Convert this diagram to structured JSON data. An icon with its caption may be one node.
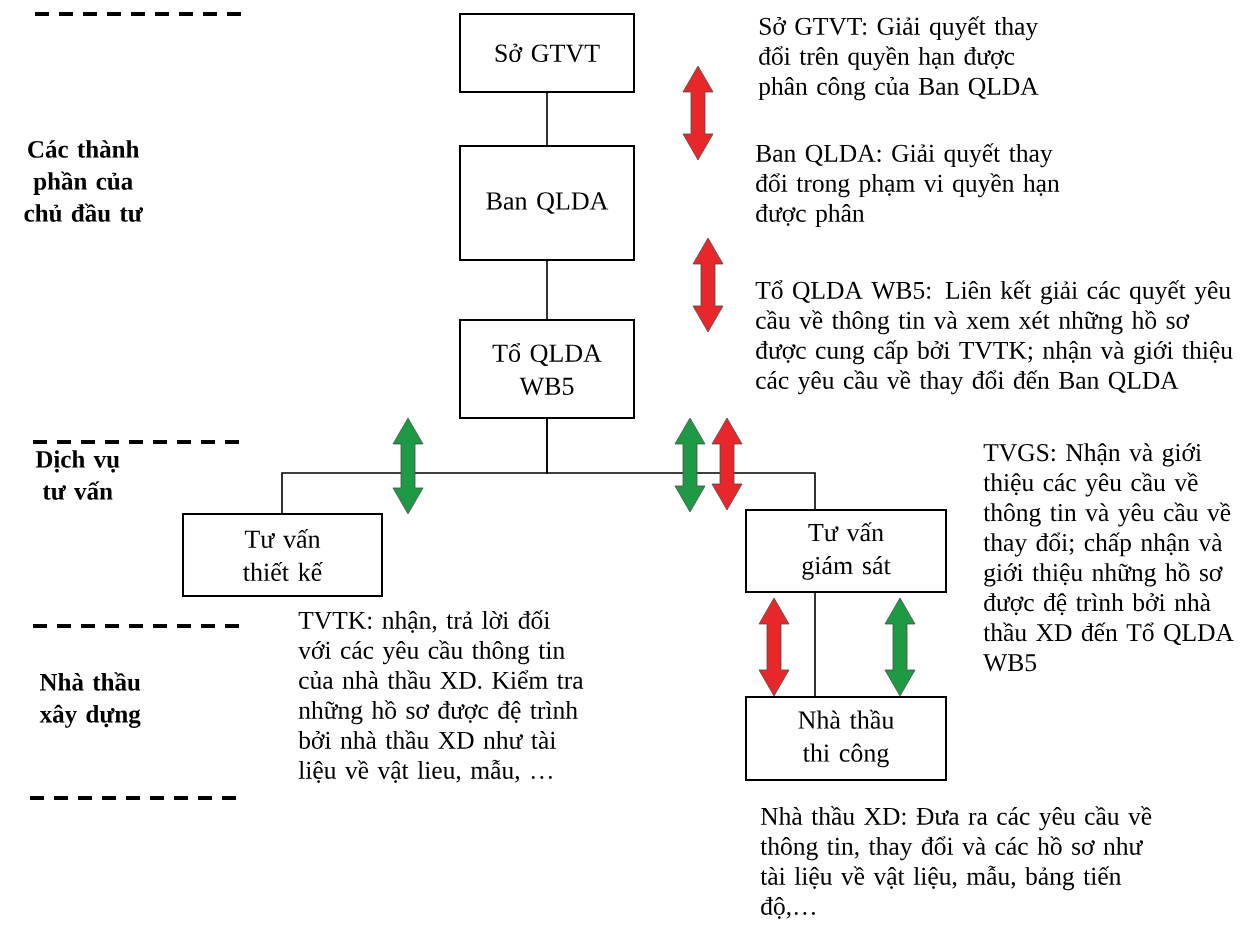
{
  "diagram": {
    "nodes": [
      {
        "text": [
          "Sở GTVT"
        ]
      },
      {
        "text": [
          "Ban QLDA"
        ]
      },
      {
        "text": [
          "Tổ QLDA WB5"
        ]
      },
      {
        "text": [
          "Tư vấn thiết kế"
        ]
      },
      {
        "text": [
          "Tư vấn giám sát"
        ]
      },
      {
        "text": [
          "Nhà thầu thi công"
        ]
      }
    ],
    "edges": [
      {
        "from": 0,
        "to": 1,
        "arrow": "none"
      },
      {
        "from": 1,
        "to": 2,
        "arrow": "none"
      },
      {
        "from": 2,
        "to": 3,
        "arrow": "none"
      },
      {
        "from": 2,
        "to": 4,
        "arrow": "none"
      },
      {
        "from": 4,
        "to": 5,
        "arrow": "none"
      },
      {
        "from": 0,
        "to": 1,
        "arrow": "both",
        "style": "thick",
        "color": "#e8272a"
      },
      {
        "from": 1,
        "to": 2,
        "arrow": "both",
        "style": "thick",
        "color": "#e8272a"
      },
      {
        "from": 2,
        "to": 3,
        "arrow": "both",
        "style": "thick",
        "color": "#1e9a45"
      },
      {
        "from": 2,
        "to": 4,
        "arrow": "both",
        "style": "thick",
        "color": "#1e9a45"
      },
      {
        "from": 2,
        "to": 4,
        "arrow": "both",
        "style": "thick",
        "color": "#e8272a"
      },
      {
        "from": 4,
        "to": 5,
        "arrow": "both",
        "style": "thick",
        "color": "#e8272a"
      },
      {
        "from": 4,
        "to": 5,
        "arrow": "both",
        "style": "thick",
        "color": "#1e9a45"
      }
    ],
    "labels": [
      "Sở GTVT: Giải quyết thay đổi trên quyền hạn được phân công của Ban QLDA",
      "Các thành phần của chủ đầu tư",
      "Ban QLDA: Giải quyết thay đổi trong phạm vi quyền hạn được phân",
      "Tổ QLDA WB5: Liên kết giải các quyết yêu cầu về thông tin và xem xét những hồ sơ được cung cấp bởi TVTK; nhận và giới thiệu các yêu cầu về thay đổi đến Ban QLDA",
      "TVGS: Nhận và giới thiệu các yêu cầu về thông tin và yêu cầu về thay đổi; chấp nhận và giới thiệu những hồ sơ được đệ trình bởi nhà thầu XD đến Tổ QLDA WB5",
      "Dịch vụ tư vấn",
      "TVTK: nhận, trả lời đối với các yêu cầu thông tin của nhà thầu XD. Kiểm tra những hồ sơ được đệ trình bởi nhà thầu XD như tài liệu về vật lieu, mẫu, …",
      "Nhà thầu xây dựng",
      "Nhà thầu XD: Đưa ra các yêu cầu về thông tin, thay đổi và các hồ sơ như tài liệu về vật liệu, mẫu, bảng tiến độ,…"
    ]
  }
}
